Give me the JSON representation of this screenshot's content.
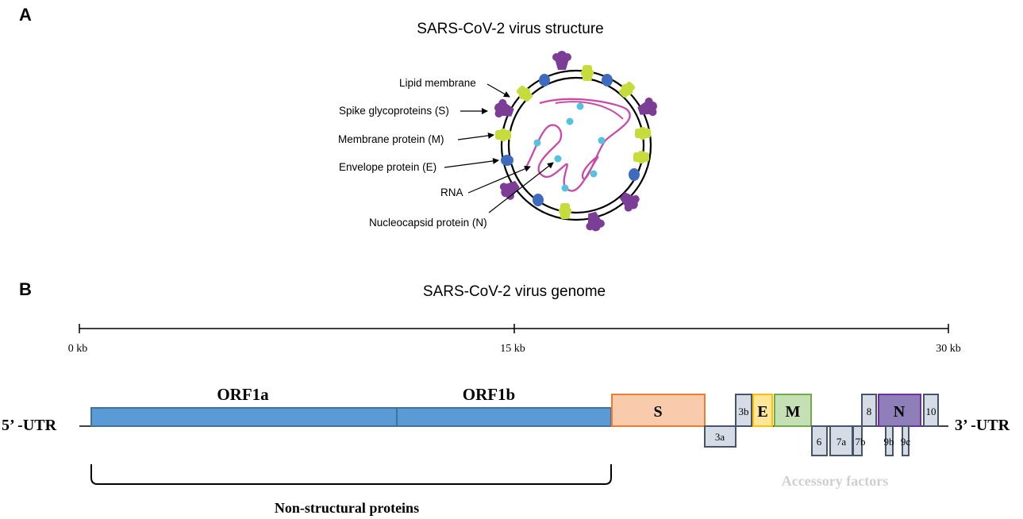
{
  "panel_a": {
    "letter": "A",
    "title": "SARS-CoV-2 virus structure",
    "labels": {
      "lipid_membrane": "Lipid membrane",
      "spike": "Spike glycoproteins (S)",
      "membrane_protein": "Membrane protein (M)",
      "envelope": "Envelope protein (E)",
      "rna": "RNA",
      "nucleocapsid": "Nucleocapsid protein (N)"
    },
    "colors": {
      "spike": "#7b3d96",
      "membrane_protein": "#c5dc3c",
      "envelope": "#3f6bbf",
      "rna": "#c94aa6",
      "nucleocapsid": "#56c2de"
    }
  },
  "panel_b": {
    "letter": "B",
    "title": "SARS-CoV-2 virus genome",
    "scale": {
      "ticks": [
        "0 kb",
        "15 kb",
        "30 kb"
      ]
    },
    "utr_5": "5’ -UTR",
    "utr_3": "3’ -UTR",
    "genes": {
      "orf1a": "ORF1a",
      "orf1b": "ORF1b",
      "s": "S",
      "e": "E",
      "m": "M",
      "n": "N",
      "a3a": "3a",
      "a3b": "3b",
      "a6": "6",
      "a7a": "7a",
      "a7b": "7b",
      "a8": "8",
      "a9b": "9b",
      "a9c": "9c",
      "a10": "10"
    },
    "non_structural_label": "Non-structural proteins",
    "accessory_label": "Accessory factors",
    "colors": {
      "orf": "#5b9bd5",
      "s": "#f8cbad",
      "s_border": "#ed7d31",
      "e": "#ffe699",
      "e_border": "#ffc000",
      "m": "#c5e0b4",
      "m_border": "#70ad47",
      "n": "#8f7fb8",
      "n_border": "#7030a0",
      "accessory": "#d6dce5",
      "accessory_border": "#44546a"
    }
  }
}
